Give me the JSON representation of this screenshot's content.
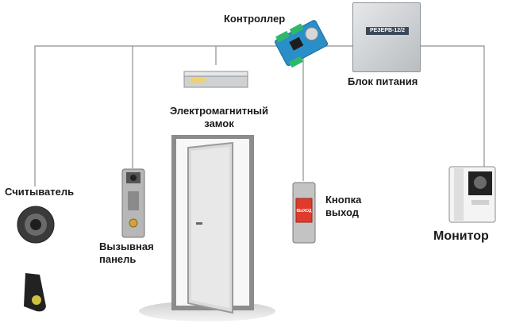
{
  "labels": {
    "controller": "Контроллер",
    "power_supply": "Блок питания",
    "lock_line1": "Электромагнитный",
    "lock_line2": "замок",
    "reader": "Считыватель",
    "call_panel_line1": "Вызывная",
    "call_panel_line2": "панель",
    "button_line1": "Кнопка",
    "button_line2": "выход",
    "monitor": "Монитор"
  },
  "power_supply_badge": "РЕЗЕРВ-12/2",
  "button_face_text": "ВЫХОД",
  "colors": {
    "wire": "#8a8a8a",
    "controller_board": "#2a8fc9",
    "exit_button": "#e03a2a",
    "door_frame": "#9a9a9a"
  }
}
